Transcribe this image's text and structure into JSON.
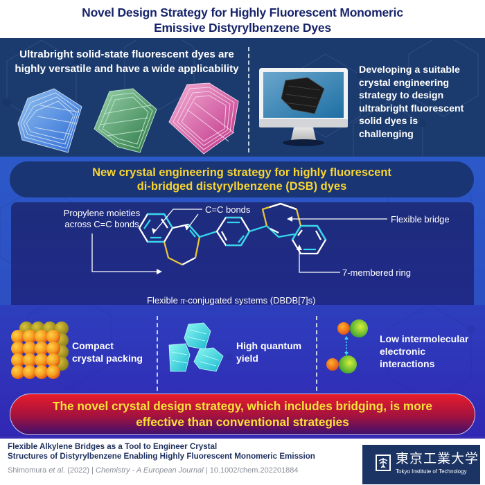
{
  "header": {
    "title_line1": "Novel Design Strategy for Highly Fluorescent Monomeric",
    "title_line2": "Emissive Distyrylbenzene Dyes"
  },
  "top": {
    "left_text_line1": "Ultrabright solid-state fluorescent dyes are",
    "left_text_line2": "highly versatile and have a wide applicability",
    "crystals": [
      {
        "name": "blue-crystal-icon",
        "color": "#4a8ef0"
      },
      {
        "name": "green-crystal-icon",
        "color": "#3d9a55"
      },
      {
        "name": "pink-crystal-icon",
        "color": "#e2559f"
      }
    ],
    "right_text_lines": [
      "Developing a suitable",
      "crystal engineering",
      "strategy to design",
      "ultrabright fluorescent",
      "solid dyes is",
      "challenging"
    ]
  },
  "strategy_banner": {
    "line1": "New crystal engineering strategy for highly fluorescent",
    "line2": "di-bridged distyrylbenzene (DSB) dyes"
  },
  "molecule": {
    "labels": {
      "propylene_line1": "Propylene moieties",
      "propylene_line2": "across C=C bonds",
      "cc_bonds": "C=C bonds",
      "flexible_bridge": "Flexible bridge",
      "seven_ring": "7-membered ring",
      "caption_prefix": "Flexible ",
      "caption_pi": "π",
      "caption_suffix": "-conjugated systems (DBDB[7]s)"
    },
    "colors": {
      "conjugated": "#33d6ec",
      "bridge": "#e8c53a",
      "bond": "#ffffff"
    }
  },
  "features": [
    {
      "icon": "sphere-packing-icon",
      "line1": "Compact",
      "line2": "crystal packing"
    },
    {
      "icon": "cyan-crystals-icon",
      "line1": "High quantum",
      "line2": "yield"
    },
    {
      "icon": "molecule-pair-icon",
      "line1": "Low intermolecular",
      "line2": "electronic",
      "line3": "interactions"
    }
  ],
  "conclusion_banner": {
    "line1": "The novel crystal design strategy, which includes bridging, is more",
    "line2": "effective than conventional strategies"
  },
  "footer": {
    "paper_title_line1": "Flexible Alkylene Bridges as a Tool to Engineer Crystal",
    "paper_title_line2": "Structures of Distyrylbenzene Enabling Highly Fluorescent Monomeric Emission",
    "authors": "Shimomura",
    "etal": "et al.",
    "year": "(2022)",
    "sep1": "|",
    "journal": "Chemistry - A European Journal",
    "sep2": "|",
    "doi": "10.1002/chem.202201884",
    "logo_jp": "東京工業大学",
    "logo_en": "Tokyo Institute of Technology"
  }
}
